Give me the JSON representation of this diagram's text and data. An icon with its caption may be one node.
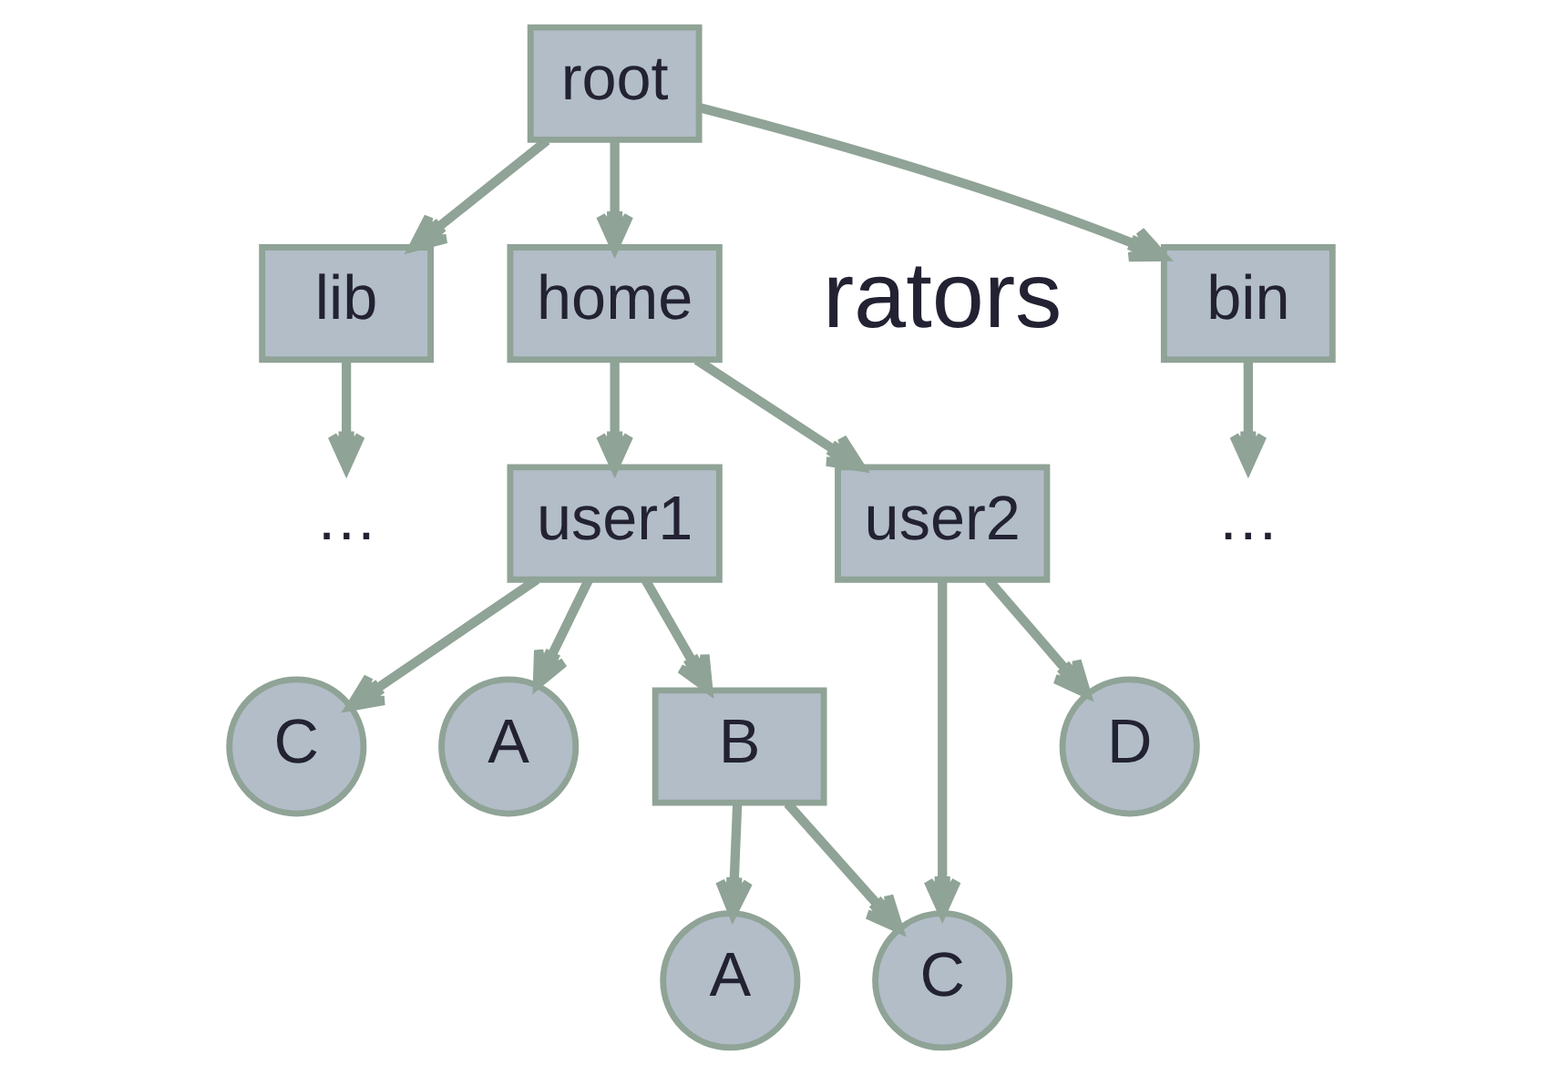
{
  "diagram": {
    "nodes": [
      {
        "text": [
          "root"
        ]
      },
      {
        "text": [
          "home"
        ]
      },
      {
        "text": [
          "bin"
        ]
      },
      {
        "text": [
          "lib"
        ]
      },
      {
        "text": [
          "user1"
        ]
      },
      {
        "text": [
          "user2"
        ]
      },
      {
        "text": [
          "…"
        ]
      },
      {
        "text": [
          "…"
        ]
      },
      {
        "text": [
          "A"
        ]
      },
      {
        "text": [
          "B"
        ]
      },
      {
        "text": [
          "C"
        ]
      },
      {
        "text": [
          "D"
        ]
      },
      {
        "text": [
          "A"
        ]
      },
      {
        "text": [
          "C"
        ]
      }
    ],
    "edges": [
      {
        "from": 0,
        "to": 1,
        "arrow": "to"
      },
      {
        "from": 0,
        "to": 2,
        "arrow": "to"
      },
      {
        "from": 0,
        "to": 3,
        "arrow": "to"
      },
      {
        "from": 1,
        "to": 4,
        "arrow": "to"
      },
      {
        "from": 1,
        "to": 5,
        "arrow": "to"
      },
      {
        "from": 2,
        "to": 6,
        "arrow": "to"
      },
      {
        "from": 3,
        "to": 7,
        "arrow": "to"
      },
      {
        "from": 4,
        "to": 8,
        "arrow": "to"
      },
      {
        "from": 4,
        "to": 9,
        "arrow": "to"
      },
      {
        "from": 4,
        "to": 10,
        "arrow": "to"
      },
      {
        "from": 5,
        "to": 13,
        "arrow": "to"
      },
      {
        "from": 5,
        "to": 11,
        "arrow": "to"
      },
      {
        "from": 9,
        "to": 12,
        "arrow": "to"
      },
      {
        "from": 9,
        "to": 13,
        "arrow": "to"
      }
    ],
    "labels": [
      "rators"
    ]
  }
}
